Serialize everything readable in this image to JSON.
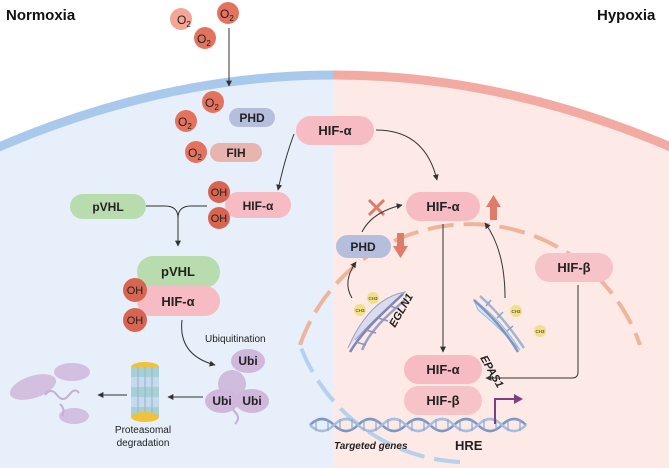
{
  "labels": {
    "normoxia": "Normoxia",
    "hypoxia": "Hypoxia",
    "o2": "O",
    "o2_sub": "2",
    "phd": "PHD",
    "fih": "FIH",
    "hif_alpha": "HIF-α",
    "hif_beta": "HIF-β",
    "pvhl": "pVHL",
    "oh": "OH",
    "ubi": "Ubi",
    "ubiquitination": "Ubiquitination",
    "proteasomal_line1": "Proteasomal",
    "proteasomal_line2": "degradation",
    "egln1": "EGLN1",
    "epas1": "EPAS1",
    "ch3": "CH3",
    "targeted_genes": "Targeted genes",
    "hre": "HRE"
  },
  "colors": {
    "normoxia_bg": "#e6effa",
    "hypoxia_bg": "#fde9e6",
    "normoxia_membrane": "#a9c9ec",
    "hypoxia_membrane": "#f2aaa3",
    "hif_alpha": "#f7bcc3",
    "hif_beta": "#f6c4c8",
    "pvhl": "#b9dcae",
    "phd": "#b6bede",
    "fih": "#e7b5ad",
    "o2": "#e3735f",
    "oh": "#d86552",
    "ubi": "#cfb8db",
    "arrow_red": "#e07b6a",
    "ch3": "#f2df8a",
    "hre_arrow": "#7d3f80"
  }
}
